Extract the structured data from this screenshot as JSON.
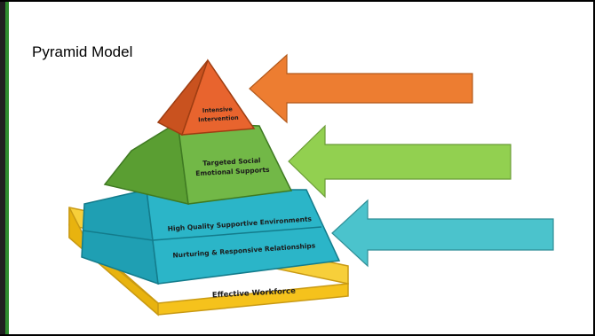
{
  "slide": {
    "title": "Pyramid Model"
  },
  "pyramid": {
    "tiers": [
      {
        "lines": [
          "Intensive",
          "Intervention"
        ],
        "color": "#e8642e"
      },
      {
        "lines": [
          "Targeted Social",
          "Emotional Supports"
        ],
        "color": "#72b847"
      },
      {
        "lines": [
          "High Quality Supportive Environments"
        ],
        "color": "#2bb5c8"
      },
      {
        "lines": [
          "Nurturing & Responsive Relationships"
        ],
        "color": "#2bb5c8"
      }
    ],
    "base": {
      "label": "Effective Workforce",
      "color": "#f7cf3a"
    }
  },
  "arrows": [
    {
      "points_to": "Intensive Intervention",
      "color": "#ed7d31"
    },
    {
      "points_to": "Targeted Social Emotional Supports",
      "color": "#92d050"
    },
    {
      "points_to": "High Quality Supportive Environments",
      "color": "#4bc3cc"
    }
  ]
}
